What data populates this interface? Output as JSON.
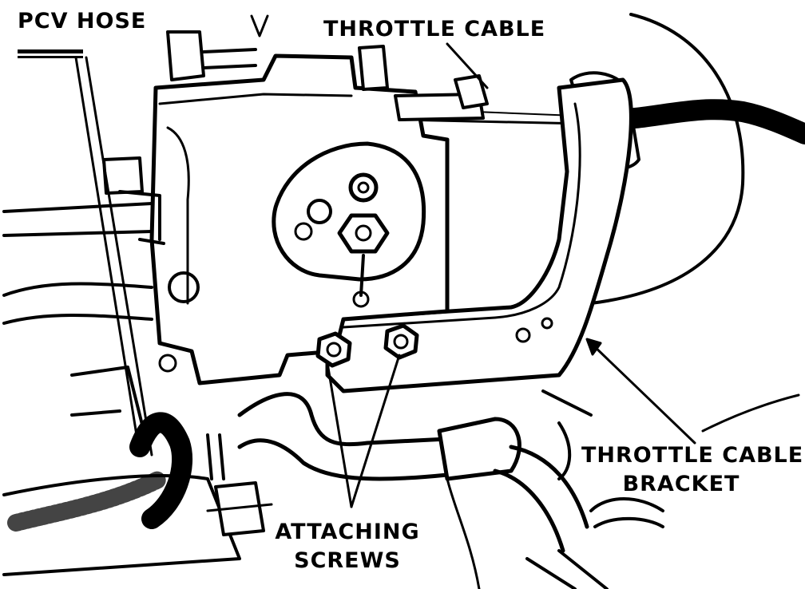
{
  "labels": {
    "pcv_hose": "PCV HOSE",
    "throttle_cable": "THROTTLE CABLE",
    "throttle_cable_bracket_line1": "THROTTLE CABLE",
    "throttle_cable_bracket_line2": "BRACKET",
    "attaching_screws_line1": "ATTACHING",
    "attaching_screws_line2": "SCREWS"
  },
  "colors": {
    "ink": "#000000",
    "paper": "#ffffff"
  }
}
